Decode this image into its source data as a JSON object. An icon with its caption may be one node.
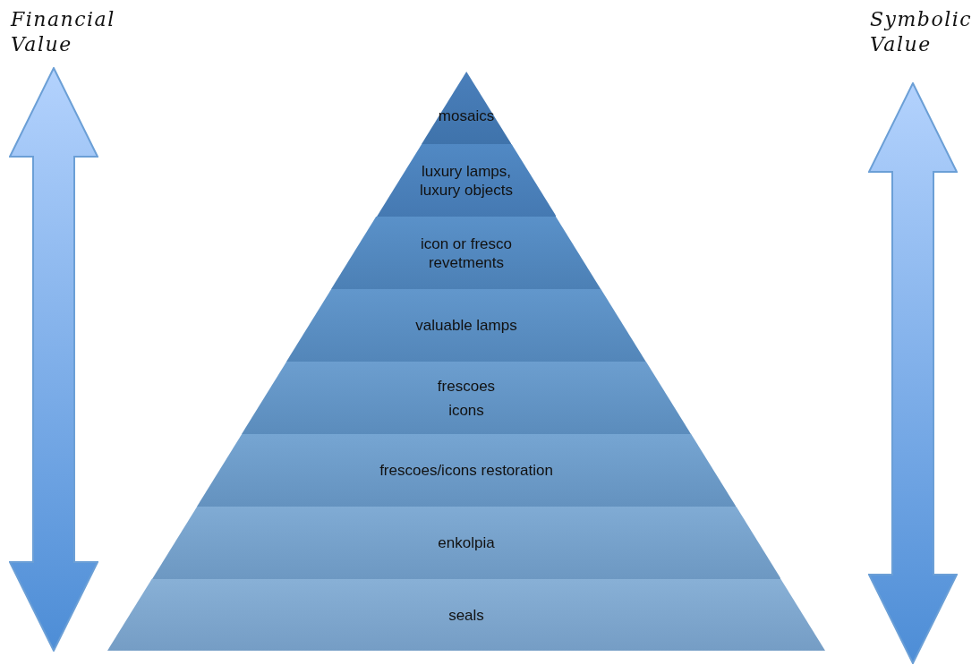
{
  "diagram": {
    "nodes": [
      {
        "text": [
          "mosaics"
        ]
      },
      {
        "text": [
          "luxury lamps, luxury objects"
        ]
      },
      {
        "text": [
          "icon or fresco revetments"
        ]
      },
      {
        "text": [
          "valuable lamps"
        ]
      },
      {
        "text": [
          "frescoes",
          "icons"
        ]
      },
      {
        "text": [
          "frescoes/icons restoration"
        ]
      },
      {
        "text": [
          "enkolpia"
        ]
      },
      {
        "text": [
          "seals"
        ]
      }
    ],
    "labels": [
      "Financial Value",
      "Symbolic Value"
    ]
  }
}
